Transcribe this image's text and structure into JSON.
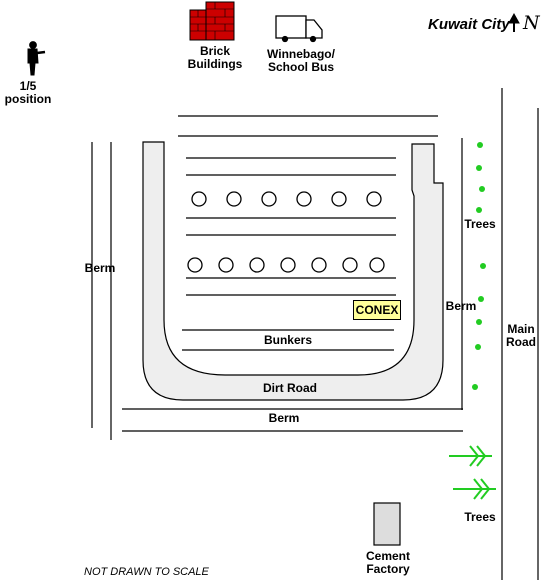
{
  "title": "Kuwait City",
  "north_letter": "N",
  "labels": {
    "position": "1/5\nposition",
    "brick_buildings": "Brick\nBuildings",
    "winnebago": "Winnebago/\nSchool Bus",
    "trees_top": "Trees",
    "trees_bottom": "Trees",
    "berm_left": "Berm",
    "berm_right": "Berm",
    "berm_bottom": "Berm",
    "main_road": "Main\nRoad",
    "conex": "CONEX",
    "bunkers": "Bunkers",
    "dirt_road": "Dirt Road",
    "cement_factory": "Cement\nFactory",
    "not_to_scale": "NOT DRAWN TO SCALE"
  },
  "colors": {
    "brick": "#cc0000",
    "conex_fill": "#ffff99",
    "tree_green": "#22cc22",
    "road_fill": "#eeeeee"
  },
  "icons": {
    "soldier": "soldier-icon",
    "bus": "bus-icon",
    "brick": "brick-buildings-icon",
    "north_arrow": "north-arrow-icon",
    "tree_arrows": "tree-arrow-icon"
  }
}
